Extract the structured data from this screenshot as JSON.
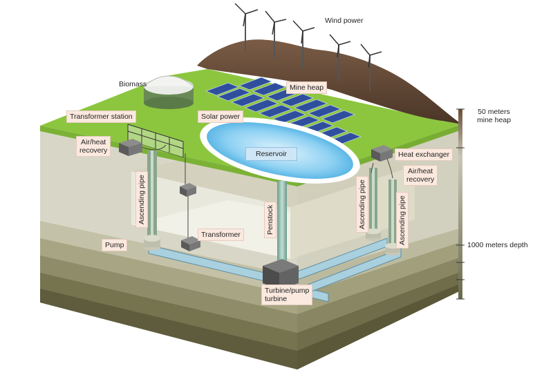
{
  "labels": {
    "wind_power": "Wind power",
    "biomass": "Biomass",
    "mine_heap": "Mine heap",
    "transformer_station": "Transformer station",
    "solar_power": "Solar power",
    "air_heat_recovery_left": "Air/heat\nrecovery",
    "reservoir": "Reservoir",
    "heat_exchanger": "Heat exchanger",
    "air_heat_recovery_right": "Air/heat\nrecovery",
    "ascending_pipe_left": "Ascending pipe",
    "penstock": "Penstock",
    "ascending_pipe_right_1": "Ascending pipe",
    "ascending_pipe_right_2": "Ascending pipe",
    "transformer": "Transformer",
    "pump": "Pump",
    "turbine": "Turbine/pump\nturbine"
  },
  "scale": {
    "top_label": "50 meters\nmine heap",
    "depth_label": "1000 meters depth"
  },
  "colors": {
    "grass": "#8cc63f",
    "mine_heap": "#6b5040",
    "reservoir": "#5fb8e6",
    "label_bg": "#fbe9df",
    "strata_dark": "#6e6e4e",
    "pipe": "#8fb9c9"
  }
}
